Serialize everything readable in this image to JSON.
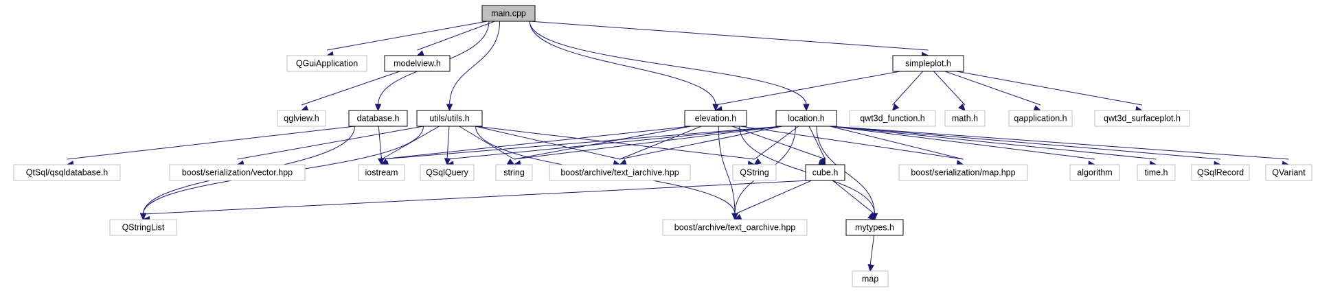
{
  "diagram": {
    "type": "include-dependency-graph",
    "root": "main_cpp",
    "colors": {
      "edge": "#191970",
      "root_fill": "#bfbfbf",
      "documented_border": "#000000",
      "external_border": "#bfbfbf"
    },
    "nodes": [
      {
        "id": "main_cpp",
        "label": "main.cpp",
        "kind": "root"
      },
      {
        "id": "QGuiApplication",
        "label": "QGuiApplication",
        "kind": "external"
      },
      {
        "id": "modelview_h",
        "label": "modelview.h",
        "kind": "documented"
      },
      {
        "id": "simpleplot_h",
        "label": "simpleplot.h",
        "kind": "documented"
      },
      {
        "id": "qglview_h",
        "label": "qglview.h",
        "kind": "external"
      },
      {
        "id": "database_h",
        "label": "database.h",
        "kind": "documented"
      },
      {
        "id": "utils_h",
        "label": "utils/utils.h",
        "kind": "documented"
      },
      {
        "id": "elevation_h",
        "label": "elevation.h",
        "kind": "documented"
      },
      {
        "id": "location_h",
        "label": "location.h",
        "kind": "documented"
      },
      {
        "id": "qwt3d_function_h",
        "label": "qwt3d_function.h",
        "kind": "external"
      },
      {
        "id": "math_h",
        "label": "math.h",
        "kind": "external"
      },
      {
        "id": "qapplication_h",
        "label": "qapplication.h",
        "kind": "external"
      },
      {
        "id": "qwt3d_surfaceplot_h",
        "label": "qwt3d_surfaceplot.h",
        "kind": "external"
      },
      {
        "id": "QtSql_qsqldatabase_h",
        "label": "QtSql/qsqldatabase.h",
        "kind": "external"
      },
      {
        "id": "boost_serialization_vector",
        "label": "boost/serialization/vector.hpp",
        "kind": "external"
      },
      {
        "id": "iostream",
        "label": "iostream",
        "kind": "external"
      },
      {
        "id": "QSqlQuery",
        "label": "QSqlQuery",
        "kind": "external"
      },
      {
        "id": "string",
        "label": "string",
        "kind": "external"
      },
      {
        "id": "boost_text_iarchive",
        "label": "boost/archive/text_iarchive.hpp",
        "kind": "external"
      },
      {
        "id": "QString",
        "label": "QString",
        "kind": "external"
      },
      {
        "id": "cube_h",
        "label": "cube.h",
        "kind": "documented"
      },
      {
        "id": "boost_serialization_map",
        "label": "boost/serialization/map.hpp",
        "kind": "external"
      },
      {
        "id": "algorithm",
        "label": "algorithm",
        "kind": "external"
      },
      {
        "id": "time_h",
        "label": "time.h",
        "kind": "external"
      },
      {
        "id": "QSqlRecord",
        "label": "QSqlRecord",
        "kind": "external"
      },
      {
        "id": "QVariant",
        "label": "QVariant",
        "kind": "external"
      },
      {
        "id": "QStringList",
        "label": "QStringList",
        "kind": "external"
      },
      {
        "id": "boost_text_oarchive",
        "label": "boost/archive/text_oarchive.hpp",
        "kind": "external"
      },
      {
        "id": "mytypes_h",
        "label": "mytypes.h",
        "kind": "documented"
      },
      {
        "id": "map",
        "label": "map",
        "kind": "external"
      }
    ],
    "edges": [
      [
        "main_cpp",
        "QGuiApplication"
      ],
      [
        "main_cpp",
        "modelview_h"
      ],
      [
        "main_cpp",
        "database_h"
      ],
      [
        "main_cpp",
        "utils_h"
      ],
      [
        "main_cpp",
        "elevation_h"
      ],
      [
        "main_cpp",
        "location_h"
      ],
      [
        "main_cpp",
        "simpleplot_h"
      ],
      [
        "modelview_h",
        "qglview_h"
      ],
      [
        "simpleplot_h",
        "elevation_h"
      ],
      [
        "simpleplot_h",
        "qwt3d_function_h"
      ],
      [
        "simpleplot_h",
        "math_h"
      ],
      [
        "simpleplot_h",
        "qapplication_h"
      ],
      [
        "simpleplot_h",
        "qwt3d_surfaceplot_h"
      ],
      [
        "database_h",
        "QtSql_qsqldatabase_h"
      ],
      [
        "database_h",
        "iostream"
      ],
      [
        "database_h",
        "QStringList"
      ],
      [
        "utils_h",
        "boost_serialization_vector"
      ],
      [
        "utils_h",
        "iostream"
      ],
      [
        "utils_h",
        "QSqlQuery"
      ],
      [
        "utils_h",
        "string"
      ],
      [
        "utils_h",
        "boost_text_iarchive"
      ],
      [
        "utils_h",
        "QString"
      ],
      [
        "utils_h",
        "QStringList"
      ],
      [
        "utils_h",
        "boost_text_oarchive"
      ],
      [
        "elevation_h",
        "iostream"
      ],
      [
        "elevation_h",
        "string"
      ],
      [
        "elevation_h",
        "boost_text_iarchive"
      ],
      [
        "elevation_h",
        "boost_text_oarchive"
      ],
      [
        "elevation_h",
        "cube_h"
      ],
      [
        "elevation_h",
        "boost_serialization_map"
      ],
      [
        "elevation_h",
        "mytypes_h"
      ],
      [
        "location_h",
        "iostream"
      ],
      [
        "location_h",
        "QSqlQuery"
      ],
      [
        "location_h",
        "string"
      ],
      [
        "location_h",
        "boost_text_iarchive"
      ],
      [
        "location_h",
        "QString"
      ],
      [
        "location_h",
        "cube_h"
      ],
      [
        "location_h",
        "boost_serialization_map"
      ],
      [
        "location_h",
        "algorithm"
      ],
      [
        "location_h",
        "time_h"
      ],
      [
        "location_h",
        "QSqlRecord"
      ],
      [
        "location_h",
        "QVariant"
      ],
      [
        "location_h",
        "mytypes_h"
      ],
      [
        "location_h",
        "boost_text_oarchive"
      ],
      [
        "cube_h",
        "QStringList"
      ],
      [
        "cube_h",
        "boost_text_oarchive"
      ],
      [
        "cube_h",
        "mytypes_h"
      ],
      [
        "mytypes_h",
        "map"
      ]
    ]
  }
}
